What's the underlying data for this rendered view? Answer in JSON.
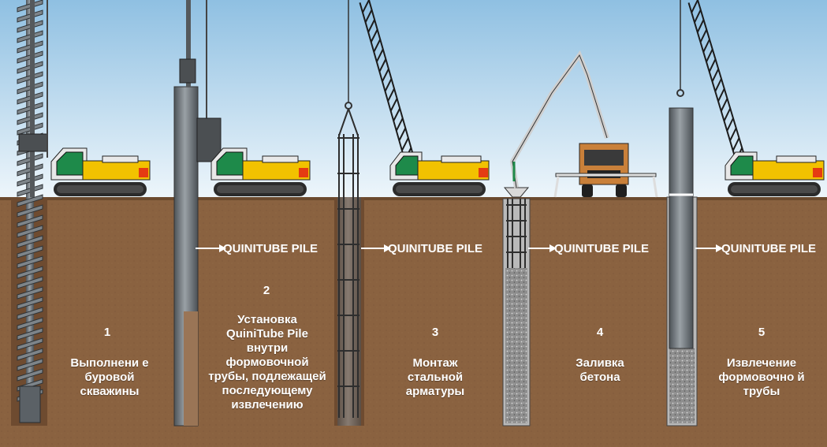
{
  "colors": {
    "sky_top": "#9fc9e6",
    "sky_bottom": "#e9f4fb",
    "soil": "#8a6240",
    "soil_dark": "#7a5536",
    "crane_yellow": "#f2c200",
    "cab_green": "#1e8a4a",
    "steel": "#6f757a",
    "concrete": "#9a9a9a"
  },
  "quinitube_label": "QUINITUBE PILE",
  "steps": [
    {
      "number": "1",
      "text": "Выполнени е буровой скважины"
    },
    {
      "number": "2",
      "text": "Установка QuiniTube Pile внутри формовочной трубы, подлежащей последующему извлечению"
    },
    {
      "number": "3",
      "text": "Монтаж стальной арматуры"
    },
    {
      "number": "4",
      "text": "Заливка бетона"
    },
    {
      "number": "5",
      "text": "Извлечение формовочно й трубы"
    }
  ]
}
